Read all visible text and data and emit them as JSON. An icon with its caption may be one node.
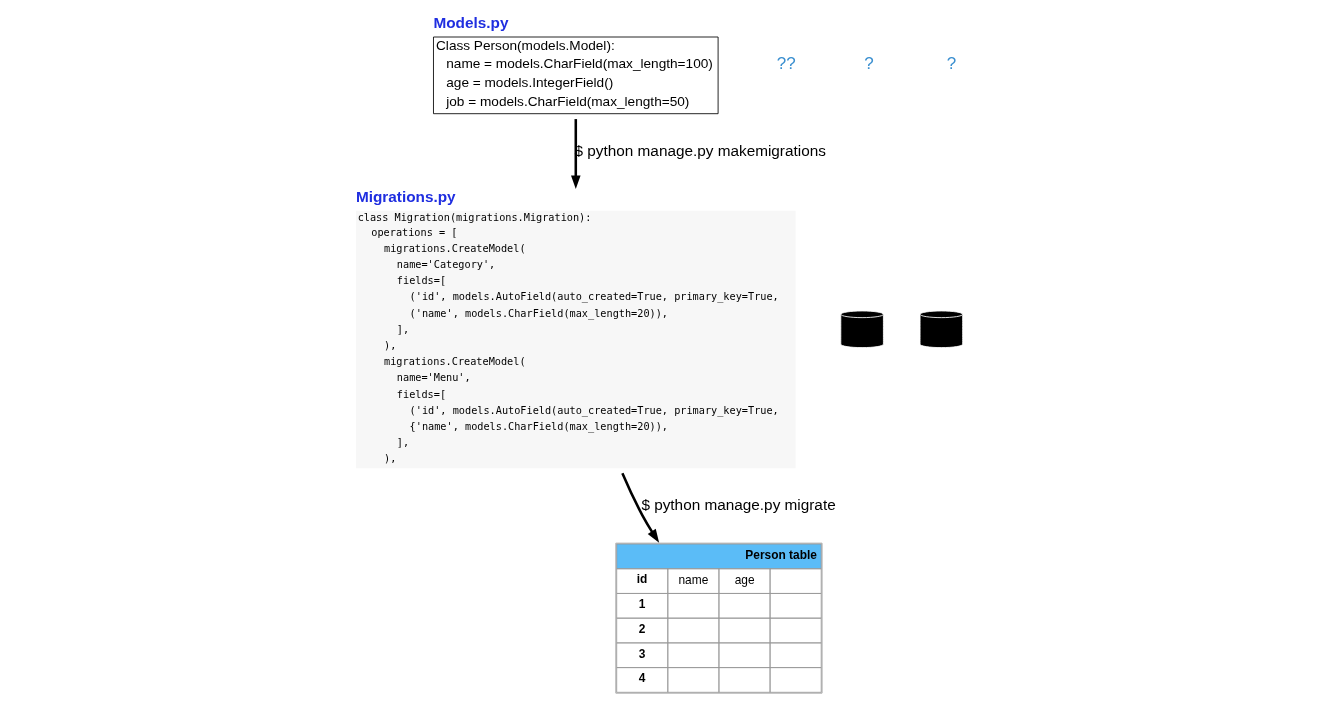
{
  "diagram": {
    "nodes": [
      {
        "text": [
          "Models.py",
          "Class Person(models.Model):",
          "name = models.CharField(max_length=100)",
          "age = models.IntegerField()",
          "job = models.CharField(max_length=50)"
        ]
      },
      {
        "text": [
          "Migrations.py",
          "class Migration(migrations.Migration):",
          "operations = [",
          "migrations.CreateModel(",
          "name='Category',",
          "fields=[",
          "('id', models.AutoField(auto_created=True, primary_key=True,",
          "('name', models.CharField(max_length=20)),",
          "],",
          "),",
          "migrations.CreateModel(",
          "name='Menu',",
          "fields=[",
          "('id', models.AutoField(auto_created=True, primary_key=True,",
          "{'name', models.CharField(max_length=20)),",
          "],",
          "),"
        ]
      },
      {
        "text": [
          "Person table",
          "id",
          "name",
          "age",
          "1",
          "2",
          "3",
          "4"
        ]
      },
      {
        "text": [],
        "shape": "cylinder"
      },
      {
        "text": [],
        "shape": "cylinder"
      }
    ],
    "edges": [
      {
        "from": 0,
        "to": 1,
        "arrow": "to",
        "label": "$ python manage.py makemigrations"
      },
      {
        "from": 1,
        "to": 2,
        "arrow": "to",
        "label": "$ python manage.py migrate"
      }
    ],
    "labels": [
      "??",
      "?",
      "?"
    ]
  }
}
